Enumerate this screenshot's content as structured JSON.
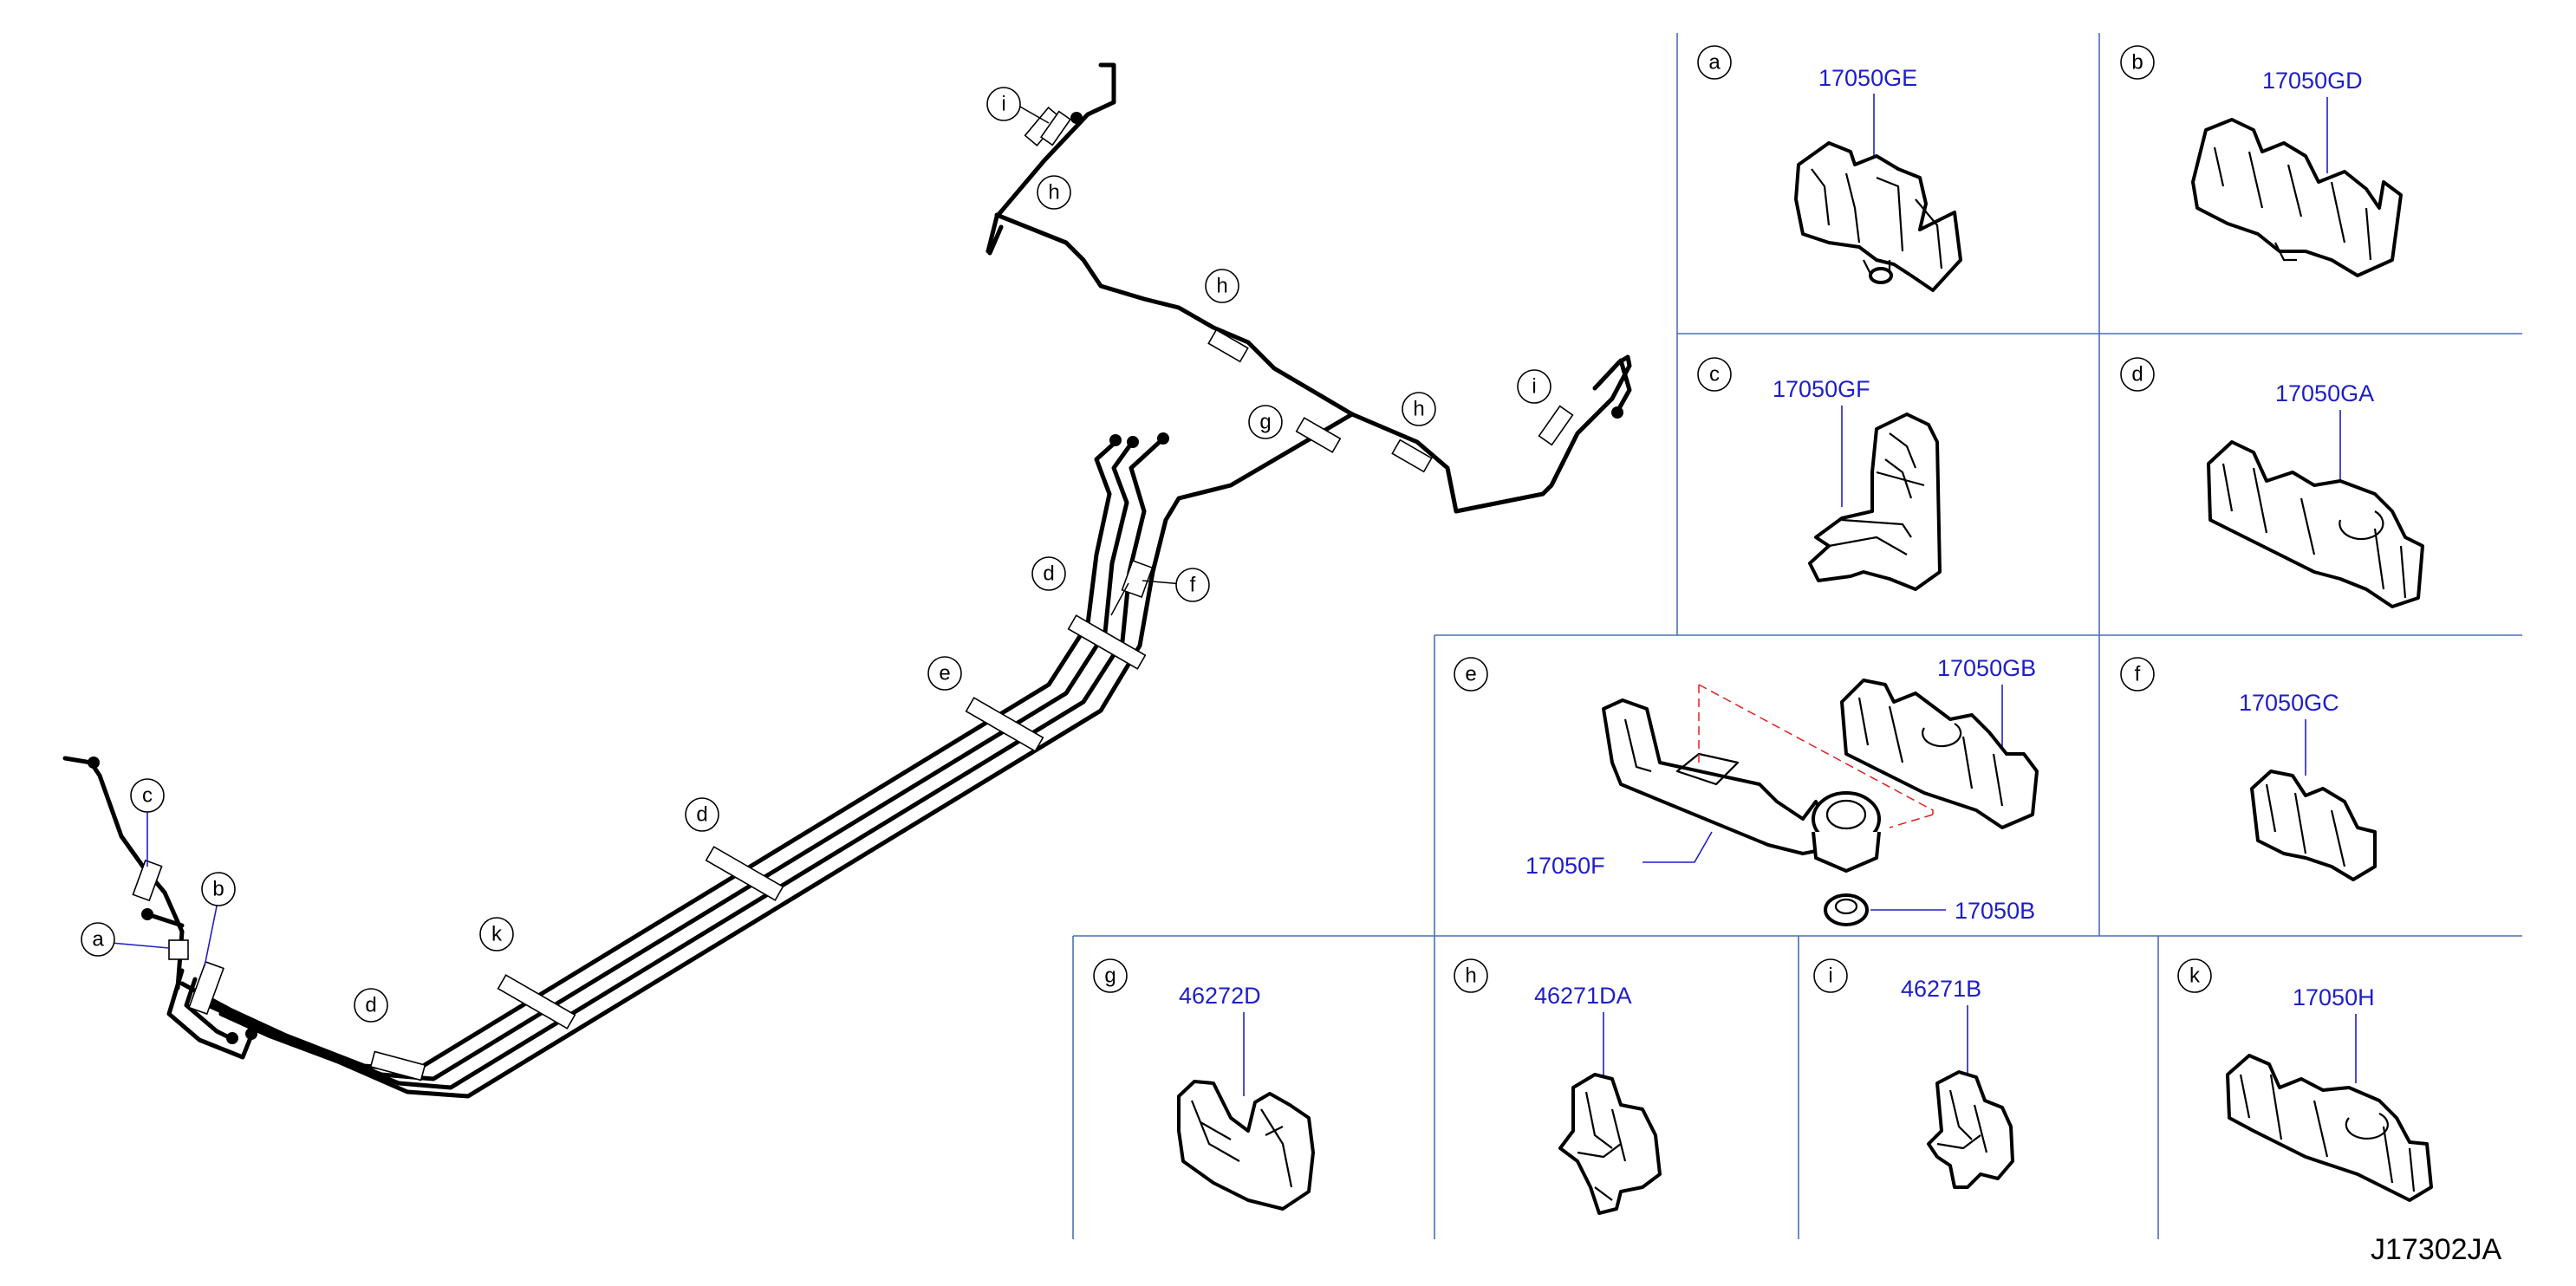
{
  "callouts": {
    "i1": "i",
    "h1": "h",
    "h2": "h",
    "g": "g",
    "h3": "h",
    "i2": "i",
    "d1": "d",
    "f": "f",
    "e": "e",
    "d2": "d",
    "c": "c",
    "b": "b",
    "a": "a",
    "k": "k",
    "d3": "d"
  },
  "panels": {
    "a": {
      "letter": "a",
      "part": "17050GE"
    },
    "b": {
      "letter": "b",
      "part": "17050GD"
    },
    "c": {
      "letter": "c",
      "part": "17050GF"
    },
    "d": {
      "letter": "d",
      "part": "17050GA"
    },
    "e": {
      "letter": "e",
      "part_clip": "17050GB",
      "part_bracket": "17050F",
      "part_grommet": "17050B"
    },
    "f": {
      "letter": "f",
      "part": "17050GC"
    },
    "g": {
      "letter": "g",
      "part": "46272D"
    },
    "h": {
      "letter": "h",
      "part": "46271DA"
    },
    "i": {
      "letter": "i",
      "part": "46271B"
    },
    "k": {
      "letter": "k",
      "part": "17050H"
    }
  },
  "diagram_code": "J17302JA",
  "colors": {
    "part_number": "#1e1ec8",
    "grid": "#4a6fb5",
    "line": "#000000"
  }
}
